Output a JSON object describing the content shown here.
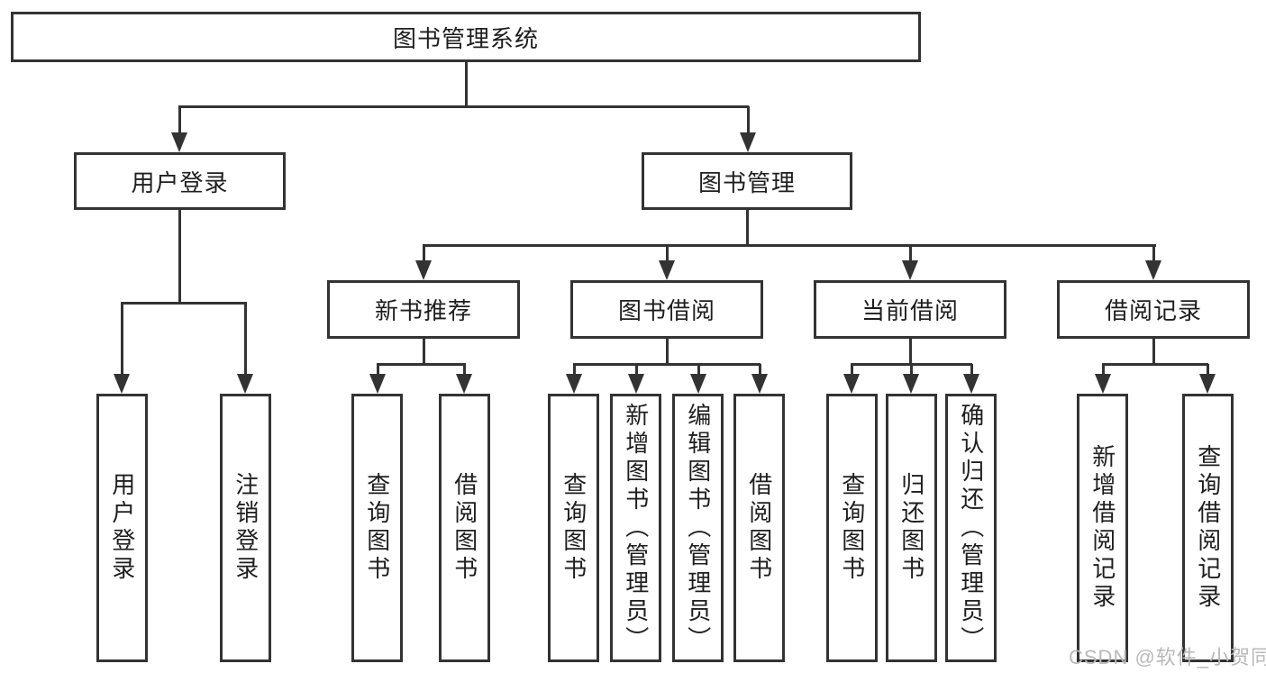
{
  "colors": {
    "line": "#333333",
    "text": "#1e1e1e",
    "background": "#ffffff",
    "watermark": "#b9b9b9"
  },
  "watermark": {
    "text": "CSDN @软件_小贺同学"
  },
  "tree": {
    "root": {
      "label": "图书管理系统"
    },
    "branches": [
      {
        "label": "用户登录",
        "children": [
          {
            "label": "用户登录"
          },
          {
            "label": "注销登录"
          }
        ]
      },
      {
        "label": "图书管理",
        "children": [
          {
            "label": "新书推荐",
            "children": [
              {
                "label": "查询图书"
              },
              {
                "label": "借阅图书"
              }
            ]
          },
          {
            "label": "图书借阅",
            "children": [
              {
                "label": "查询图书"
              },
              {
                "label": "新增图书（管理员）"
              },
              {
                "label": "编辑图书（管理员）"
              },
              {
                "label": "借阅图书"
              }
            ]
          },
          {
            "label": "当前借阅",
            "children": [
              {
                "label": "查询图书"
              },
              {
                "label": "归还图书"
              },
              {
                "label": "确认归还（管理员）"
              }
            ]
          },
          {
            "label": "借阅记录",
            "children": [
              {
                "label": "新增借阅记录"
              },
              {
                "label": "查询借阅记录"
              }
            ]
          }
        ]
      }
    ]
  }
}
